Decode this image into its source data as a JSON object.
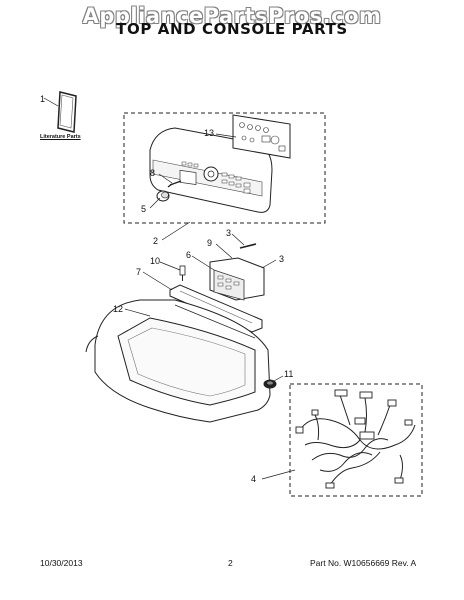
{
  "watermark": "AppliancePartsPros.com",
  "title": "TOP AND CONSOLE PARTS",
  "literature_label": "Literature Parts",
  "callouts": [
    "1",
    "13",
    "8",
    "5",
    "2",
    "3",
    "9",
    "6",
    "10",
    "3",
    "7",
    "12",
    "11",
    "4"
  ],
  "footer": {
    "date": "10/30/2013",
    "page": "2",
    "part_no": "Part No. W10656669  Rev. A"
  }
}
